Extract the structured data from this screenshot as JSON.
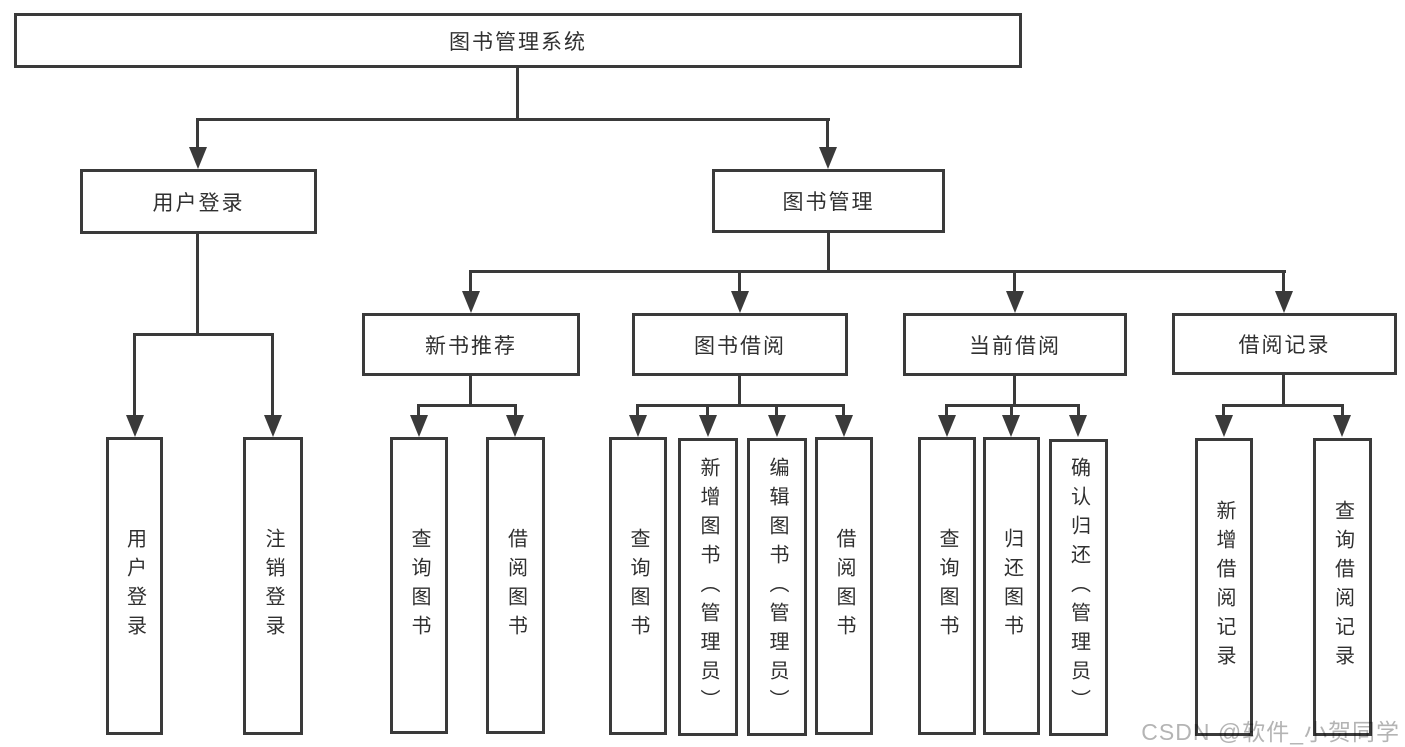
{
  "colors": {
    "line": "#3a3a3a",
    "text": "#303030",
    "background": "#ffffff",
    "watermark": "#b4b4b4"
  },
  "watermark": {
    "text": "CSDN @软件_小贺同学"
  },
  "nodes": {
    "root": {
      "label": "图书管理系统"
    },
    "l1": [
      {
        "label": "用户登录"
      },
      {
        "label": "图书管理"
      }
    ],
    "l2": [
      {
        "label": "新书推荐"
      },
      {
        "label": "图书借阅"
      },
      {
        "label": "当前借阅"
      },
      {
        "label": "借阅记录"
      }
    ],
    "leaves": [
      {
        "label": "用户登录"
      },
      {
        "label": "注销登录"
      },
      {
        "label": "查询图书"
      },
      {
        "label": "借阅图书"
      },
      {
        "label": "查询图书"
      },
      {
        "label": "新增图书（管理员）"
      },
      {
        "label": "编辑图书（管理员）"
      },
      {
        "label": "借阅图书"
      },
      {
        "label": "查询图书"
      },
      {
        "label": "归还图书"
      },
      {
        "label": "确认归还（管理员）"
      },
      {
        "label": "新增借阅记录"
      },
      {
        "label": "查询借阅记录"
      }
    ]
  }
}
